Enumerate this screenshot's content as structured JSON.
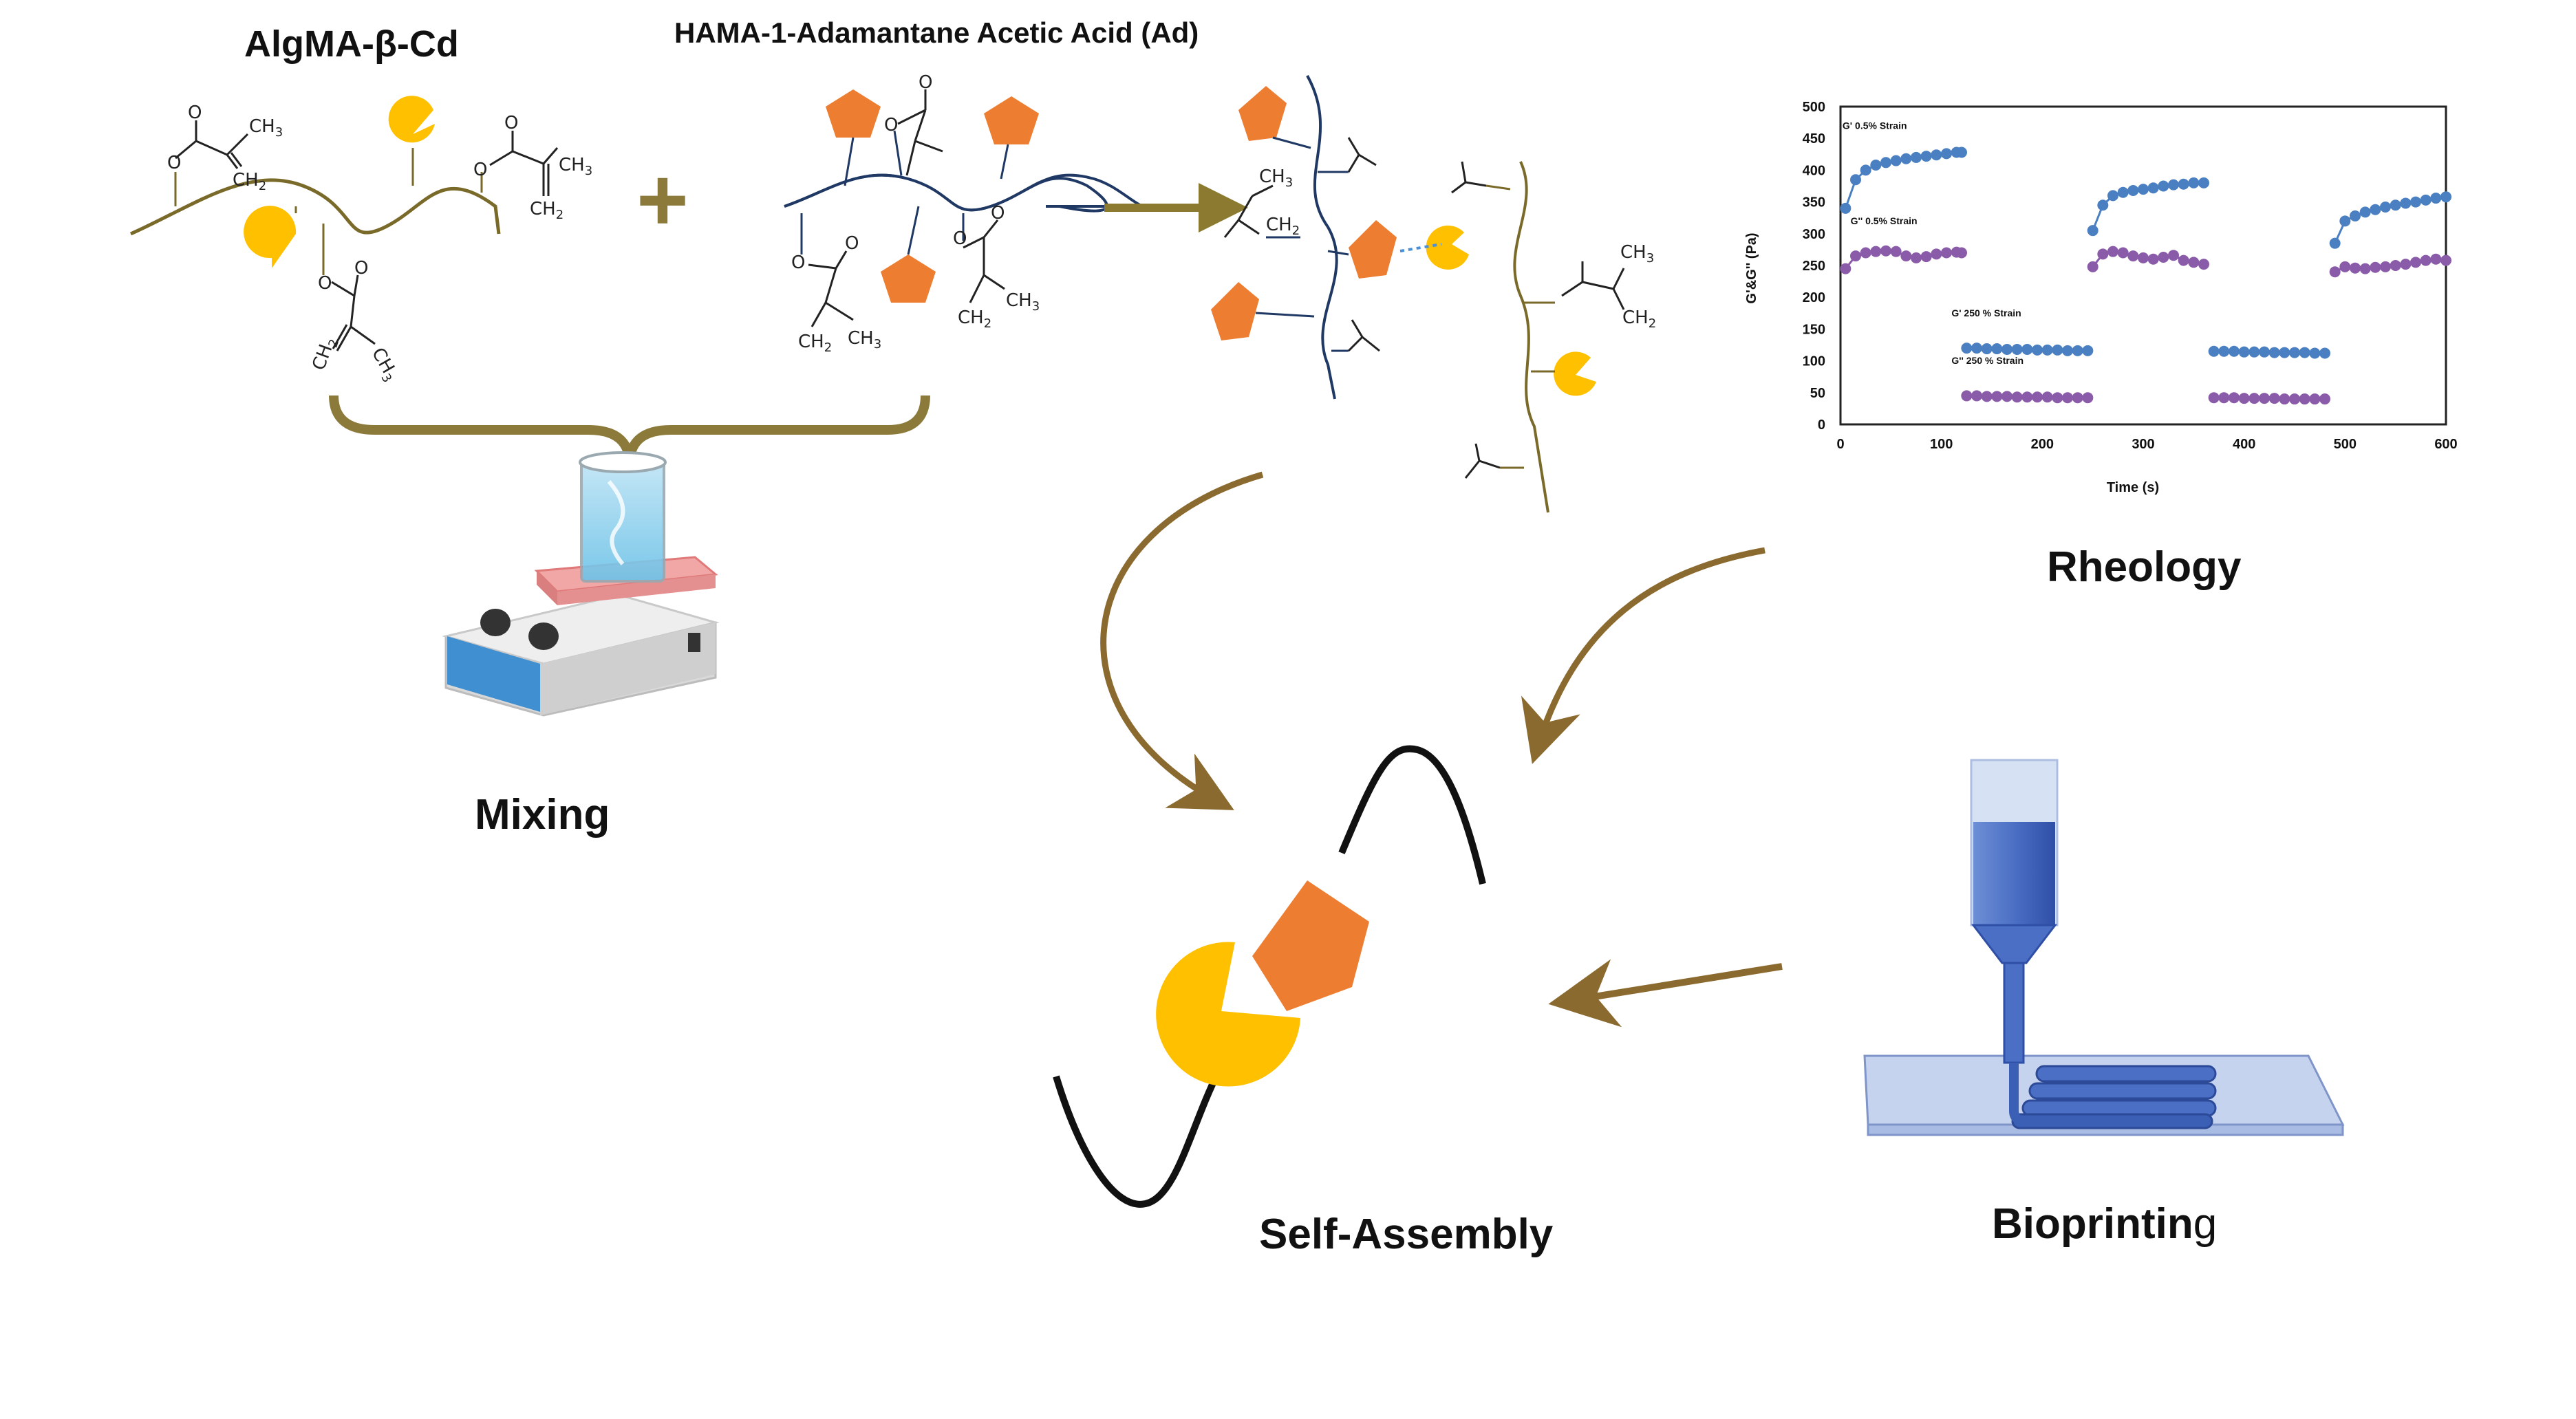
{
  "titles": {
    "algma": "AlgMA-β-Cd",
    "hama": "HAMA-1-Adamantane Acetic Acid (Ad)",
    "mixing": "Mixing",
    "rheology": "Rheology",
    "self_assembly": "Self-Assembly",
    "bioprinting_main": "Bioprintin",
    "bioprinting_tail": "g"
  },
  "chem_labels": {
    "ch3": "CH",
    "ch2": "CH",
    "o": "O",
    "sub3": "3",
    "sub2": "2",
    "plus": "+"
  },
  "colors": {
    "beta_cd": "#FFC000",
    "adamantane": "#ED7D31",
    "alg_chain": "#7A6A2A",
    "ha_chain": "#1F3864",
    "arrow": "#8B6A2F",
    "bracket": "#8B7A3A",
    "g_prime": "#4A7FC1",
    "g_double_prime": "#8A5BA8"
  },
  "chart_data": {
    "type": "scatter",
    "xlabel": "Time (s)",
    "ylabel": "G'&G'' (Pa)",
    "xlim": [
      0,
      600
    ],
    "ylim": [
      0,
      500
    ],
    "xticks": [
      "0",
      "100",
      "200",
      "300",
      "400",
      "500",
      "600"
    ],
    "yticks": [
      "0",
      "50",
      "100",
      "150",
      "200",
      "250",
      "300",
      "350",
      "400",
      "450",
      "500"
    ],
    "annotations": [
      {
        "text": "G' 0.5% Strain",
        "x": 2,
        "y": 465
      },
      {
        "text": "G'' 0.5% Strain",
        "x": 10,
        "y": 315
      },
      {
        "text": "G' 250 % Strain",
        "x": 110,
        "y": 170
      },
      {
        "text": "G'' 250 % Strain",
        "x": 110,
        "y": 95
      }
    ],
    "series": [
      {
        "color": "#4A7FC1",
        "x": [
          5,
          15,
          25,
          35,
          45,
          55,
          65,
          75,
          85,
          95,
          105,
          115,
          120
        ],
        "y": [
          340,
          385,
          400,
          408,
          412,
          415,
          418,
          420,
          422,
          424,
          426,
          428,
          428
        ]
      },
      {
        "color": "#8A5BA8",
        "x": [
          5,
          15,
          25,
          35,
          45,
          55,
          65,
          75,
          85,
          95,
          105,
          115,
          120
        ],
        "y": [
          245,
          265,
          270,
          272,
          273,
          272,
          265,
          262,
          264,
          268,
          270,
          271,
          270
        ]
      },
      {
        "color": "#4A7FC1",
        "x": [
          125,
          135,
          145,
          155,
          165,
          175,
          185,
          195,
          205,
          215,
          225,
          235,
          245
        ],
        "y": [
          120,
          120,
          119,
          119,
          118,
          118,
          118,
          117,
          117,
          117,
          116,
          116,
          116
        ]
      },
      {
        "color": "#8A5BA8",
        "x": [
          125,
          135,
          145,
          155,
          165,
          175,
          185,
          195,
          205,
          215,
          225,
          235,
          245
        ],
        "y": [
          45,
          45,
          44,
          44,
          44,
          43,
          43,
          43,
          43,
          42,
          42,
          42,
          42
        ]
      },
      {
        "color": "#4A7FC1",
        "x": [
          250,
          260,
          270,
          280,
          290,
          300,
          310,
          320,
          330,
          340,
          350,
          360
        ],
        "y": [
          305,
          345,
          360,
          365,
          368,
          370,
          372,
          375,
          377,
          378,
          380,
          380
        ]
      },
      {
        "color": "#8A5BA8",
        "x": [
          250,
          260,
          270,
          280,
          290,
          300,
          310,
          320,
          330,
          340,
          350,
          360
        ],
        "y": [
          248,
          268,
          272,
          270,
          265,
          262,
          260,
          263,
          266,
          258,
          255,
          252
        ]
      },
      {
        "color": "#4A7FC1",
        "x": [
          370,
          380,
          390,
          400,
          410,
          420,
          430,
          440,
          450,
          460,
          470,
          480
        ],
        "y": [
          115,
          115,
          115,
          114,
          114,
          114,
          113,
          113,
          113,
          113,
          112,
          112
        ]
      },
      {
        "color": "#8A5BA8",
        "x": [
          370,
          380,
          390,
          400,
          410,
          420,
          430,
          440,
          450,
          460,
          470,
          480
        ],
        "y": [
          42,
          42,
          42,
          41,
          41,
          41,
          41,
          40,
          40,
          40,
          40,
          40
        ]
      },
      {
        "color": "#4A7FC1",
        "x": [
          490,
          500,
          510,
          520,
          530,
          540,
          550,
          560,
          570,
          580,
          590,
          600
        ],
        "y": [
          285,
          320,
          328,
          334,
          338,
          342,
          345,
          348,
          350,
          353,
          356,
          358
        ]
      },
      {
        "color": "#8A5BA8",
        "x": [
          490,
          500,
          510,
          520,
          530,
          540,
          550,
          560,
          570,
          580,
          590,
          600
        ],
        "y": [
          240,
          248,
          246,
          245,
          247,
          248,
          250,
          252,
          255,
          258,
          260,
          258
        ]
      }
    ]
  }
}
